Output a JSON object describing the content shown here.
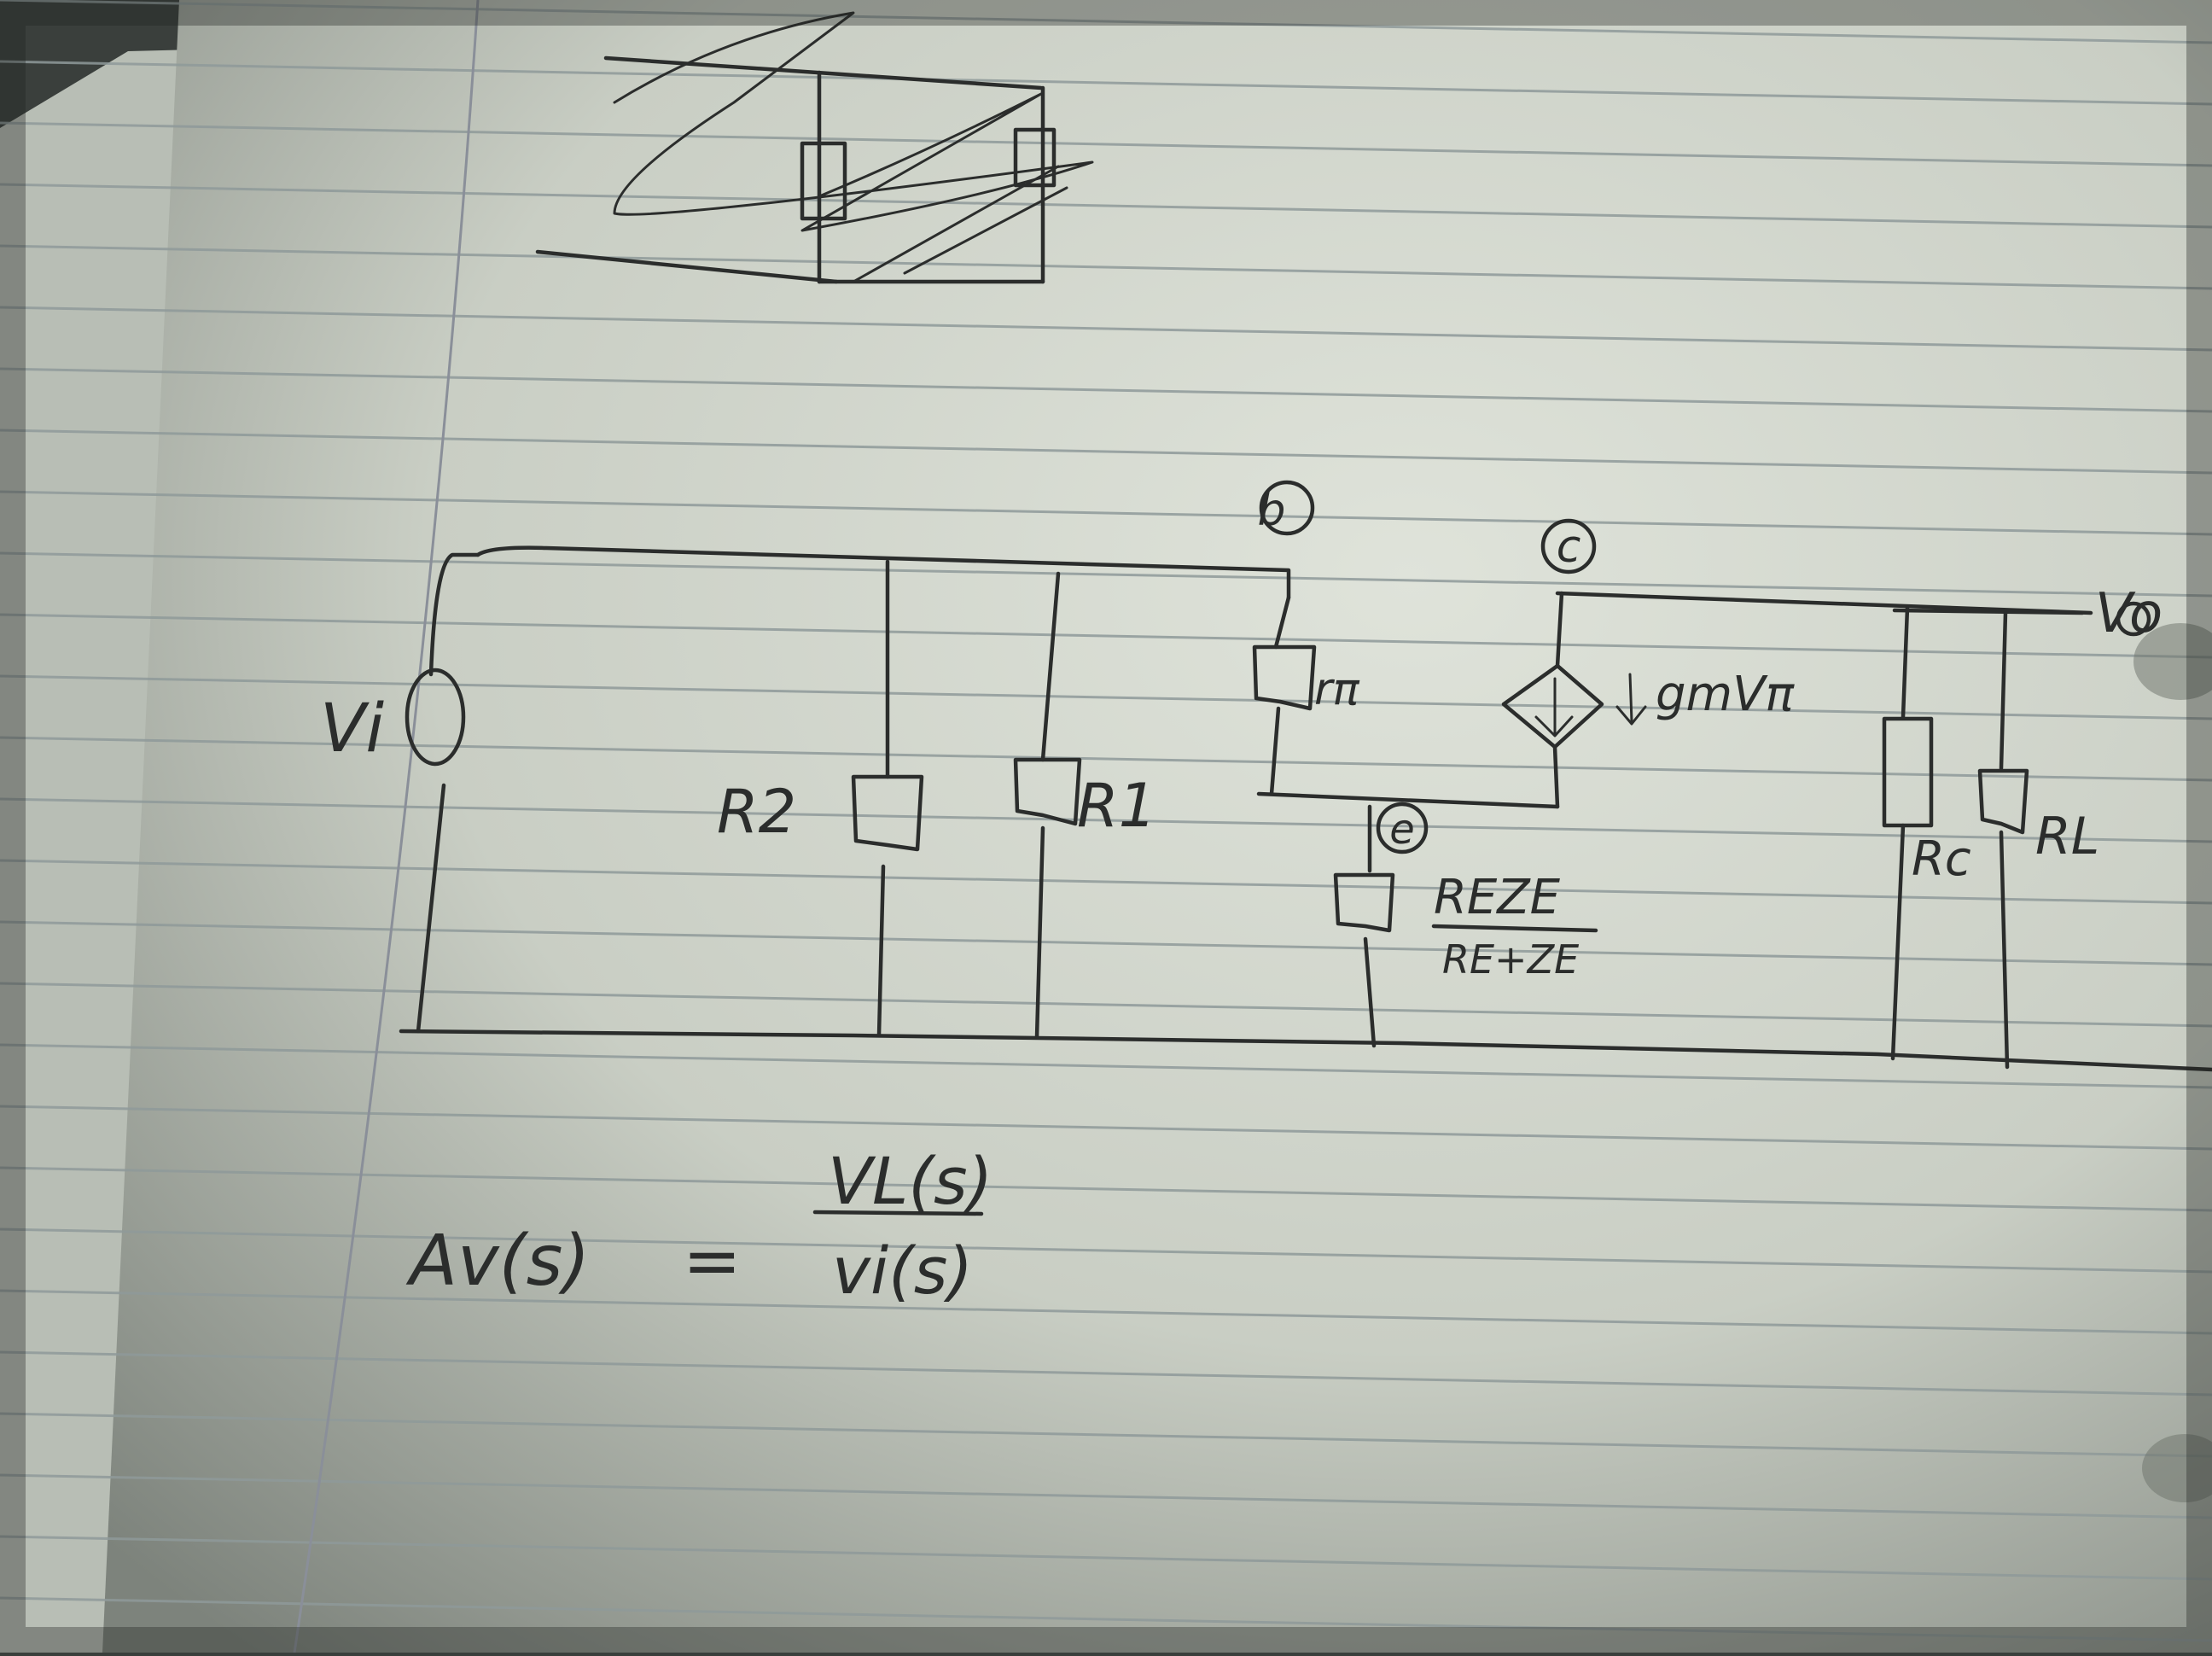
{
  "diagram": {
    "labels": {
      "vi": "Vi",
      "r2": "R2",
      "r1": "R1",
      "node_b": "b",
      "node_c": "c",
      "node_e": "e",
      "r_pi": "rπ",
      "gm_vpi": "gmVπ",
      "vo": "Vo",
      "rc": "Rc",
      "rl": "RL",
      "reze_num": "REZE",
      "reze_den": "RE+ZE"
    },
    "equation": {
      "lhs": "Av(s)",
      "equals": "=",
      "numerator": "VL(s)",
      "denominator": "vi(s)"
    }
  },
  "colors": {
    "paper": "#c7ccc3",
    "rule_line": "#8f9a9a",
    "ink": "#2b2d2c",
    "background": "#3a3f3c"
  }
}
